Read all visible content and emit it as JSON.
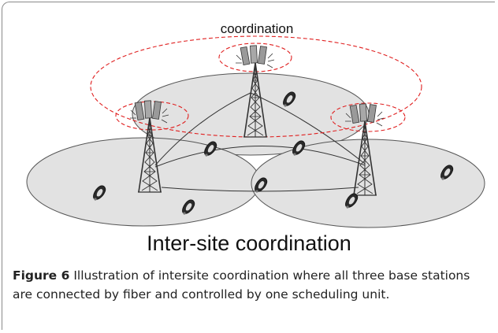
{
  "diagram": {
    "top_label": "coordination",
    "bottom_label": "Inter-site coordination"
  },
  "caption": {
    "figure_label": "Figure 6",
    "text": "Illustration of intersite coordination where all three base stations are connected by fiber and controlled by one scheduling unit."
  },
  "colors": {
    "cell_fill": "#e2e2e2",
    "cell_stroke": "#555555",
    "coordination_ring": "#e02020"
  }
}
